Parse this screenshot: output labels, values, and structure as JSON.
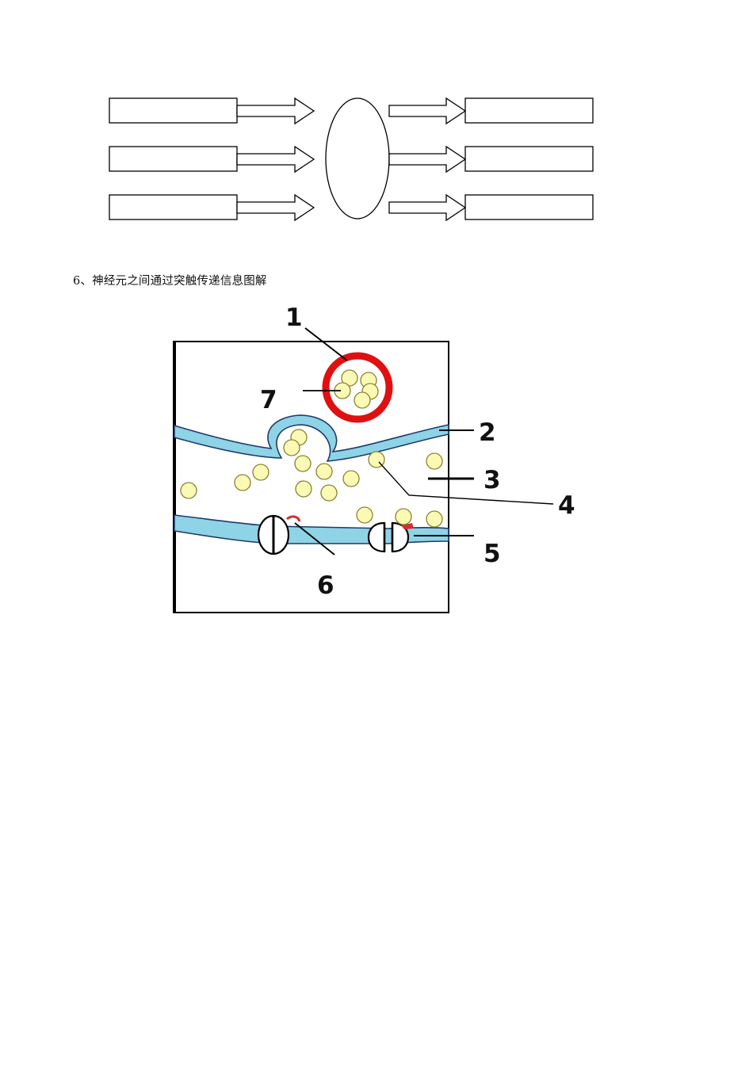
{
  "caption": "6、神经元之间通过突触传递信息图解",
  "flow_diagram": {
    "left_boxes": [
      "",
      "",
      ""
    ],
    "right_boxes": [
      "",
      "",
      ""
    ],
    "center_label": ""
  },
  "synapse_diagram": {
    "labels": {
      "one": "1",
      "two": "2",
      "three": "3",
      "four": "4",
      "five": "5",
      "six": "6",
      "seven": "7"
    },
    "colors": {
      "membrane": "#8fd3e6",
      "membrane_edge": "#1f3a6b",
      "vesicle": "#fbfab4",
      "vesicle_edge": "#8a8030",
      "outer_ring": "#e01010",
      "receptor_mark": "#d03030"
    }
  }
}
